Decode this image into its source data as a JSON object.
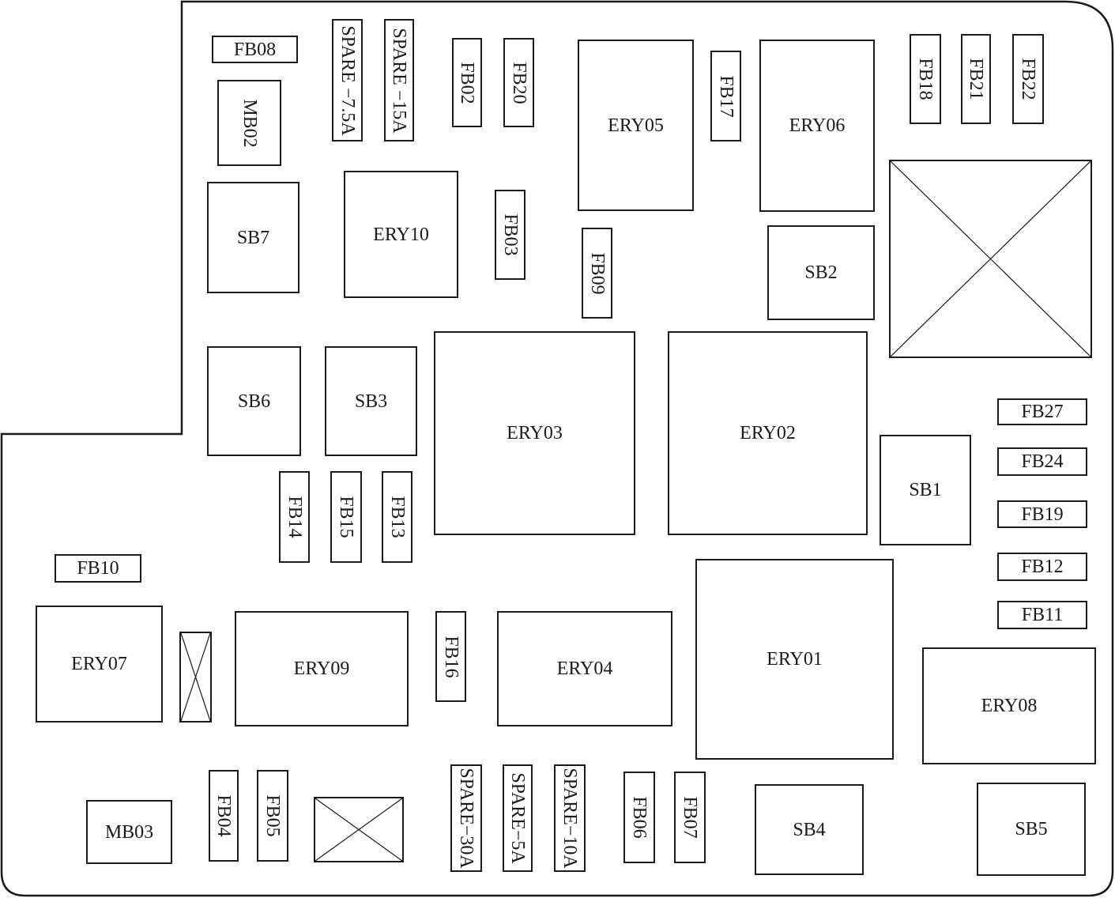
{
  "fuse_box": {
    "fb08": "FB08",
    "mb02": "MB02",
    "spare_7_5a": "SPARE −7.5A",
    "spare_15a": "SPARE −15A",
    "fb02": "FB02",
    "fb20": "FB20",
    "ery05": "ERY05",
    "fb17": "FB17",
    "ery06": "ERY06",
    "fb18": "FB18",
    "fb21": "FB21",
    "fb22": "FB22",
    "sb7": "SB7",
    "ery10": "ERY10",
    "fb03": "FB03",
    "fb09": "FB09",
    "sb2": "SB2",
    "sb6": "SB6",
    "sb3": "SB3",
    "ery03": "ERY03",
    "ery02": "ERY02",
    "fb27": "FB27",
    "fb24": "FB24",
    "sb1": "SB1",
    "fb19": "FB19",
    "fb14": "FB14",
    "fb15": "FB15",
    "fb13": "FB13",
    "fb10": "FB10",
    "fb12": "FB12",
    "fb11": "FB11",
    "ery07": "ERY07",
    "ery09": "ERY09",
    "fb16": "FB16",
    "ery04": "ERY04",
    "ery01": "ERY01",
    "ery08": "ERY08",
    "mb03": "MB03",
    "fb04": "FB04",
    "fb05": "FB05",
    "spare_30a": "SPARE−30A",
    "spare_5a": "SPARE−5A",
    "spare_10a": "SPARE−10A",
    "fb06": "FB06",
    "fb07": "FB07",
    "sb4": "SB4",
    "sb5": "SB5"
  }
}
